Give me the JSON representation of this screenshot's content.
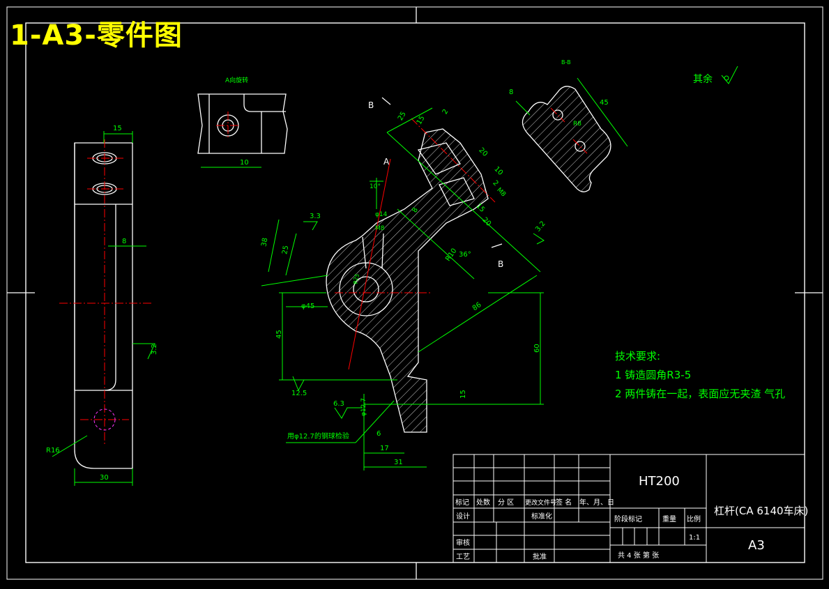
{
  "header": {
    "title": "1-A3-零件图"
  },
  "views": {
    "a_rotate_label": "A向旋转",
    "section_label": "B-B",
    "roughness_rest": "其余",
    "cut_b": "B",
    "cut_a": "A"
  },
  "dims": {
    "left_15": "15",
    "left_8": "8",
    "left_32": "3.2",
    "left_r16": "R16",
    "left_30": "30",
    "a_10": "10",
    "bb_8": "8",
    "bb_45": "45",
    "bb_r8": "R8",
    "m_25": "25",
    "m_15": "15",
    "m_2": "2",
    "m_20a": "20",
    "m_10": "10",
    "m_2b": "2",
    "m_m8": "M8",
    "m_15b": "15",
    "m_20b": "20",
    "m_32": "3.2",
    "m_8": "8",
    "m_r10": "R10",
    "m_36": "36°",
    "m_10deg": "10°",
    "m_phi14": "φ14",
    "m_m8b": "M8",
    "m_33": "3.3",
    "m_38": "38",
    "m_25b": "25",
    "m_phi25": "φ25",
    "m_phi45": "φ45",
    "m_45": "45",
    "m_86": "86",
    "m_60": "60",
    "m_15c": "15",
    "m_125": "12.5",
    "m_63": "6.3",
    "m_phi127": "φ12.7",
    "m_6": "6",
    "m_17": "17",
    "m_31": "31",
    "m_steel_ball": "用φ12.7的钢球检验"
  },
  "tech_req": {
    "title": "技术要求:",
    "item1": "1 铸造圆角R3-5",
    "item2": "2 两件铸在一起，表面应无夹渣 气孔"
  },
  "title_block": {
    "material": "HT200",
    "part_name": "杠杆(CA 6140车床)",
    "sheet_size": "A3",
    "col_mark": "标记",
    "col_qty": "处数",
    "col_zone": "分 区",
    "col_doc": "更改文件号",
    "col_sign": "签 名",
    "col_date": "年、月、日",
    "design": "设计",
    "standard": "标准化",
    "review": "审核",
    "process": "工艺",
    "approve": "批准",
    "stage_mark": "阶段标记",
    "weight": "重量",
    "scale": "比例",
    "scale_val": "1:1",
    "sheets": "共 4 张  第    张"
  }
}
